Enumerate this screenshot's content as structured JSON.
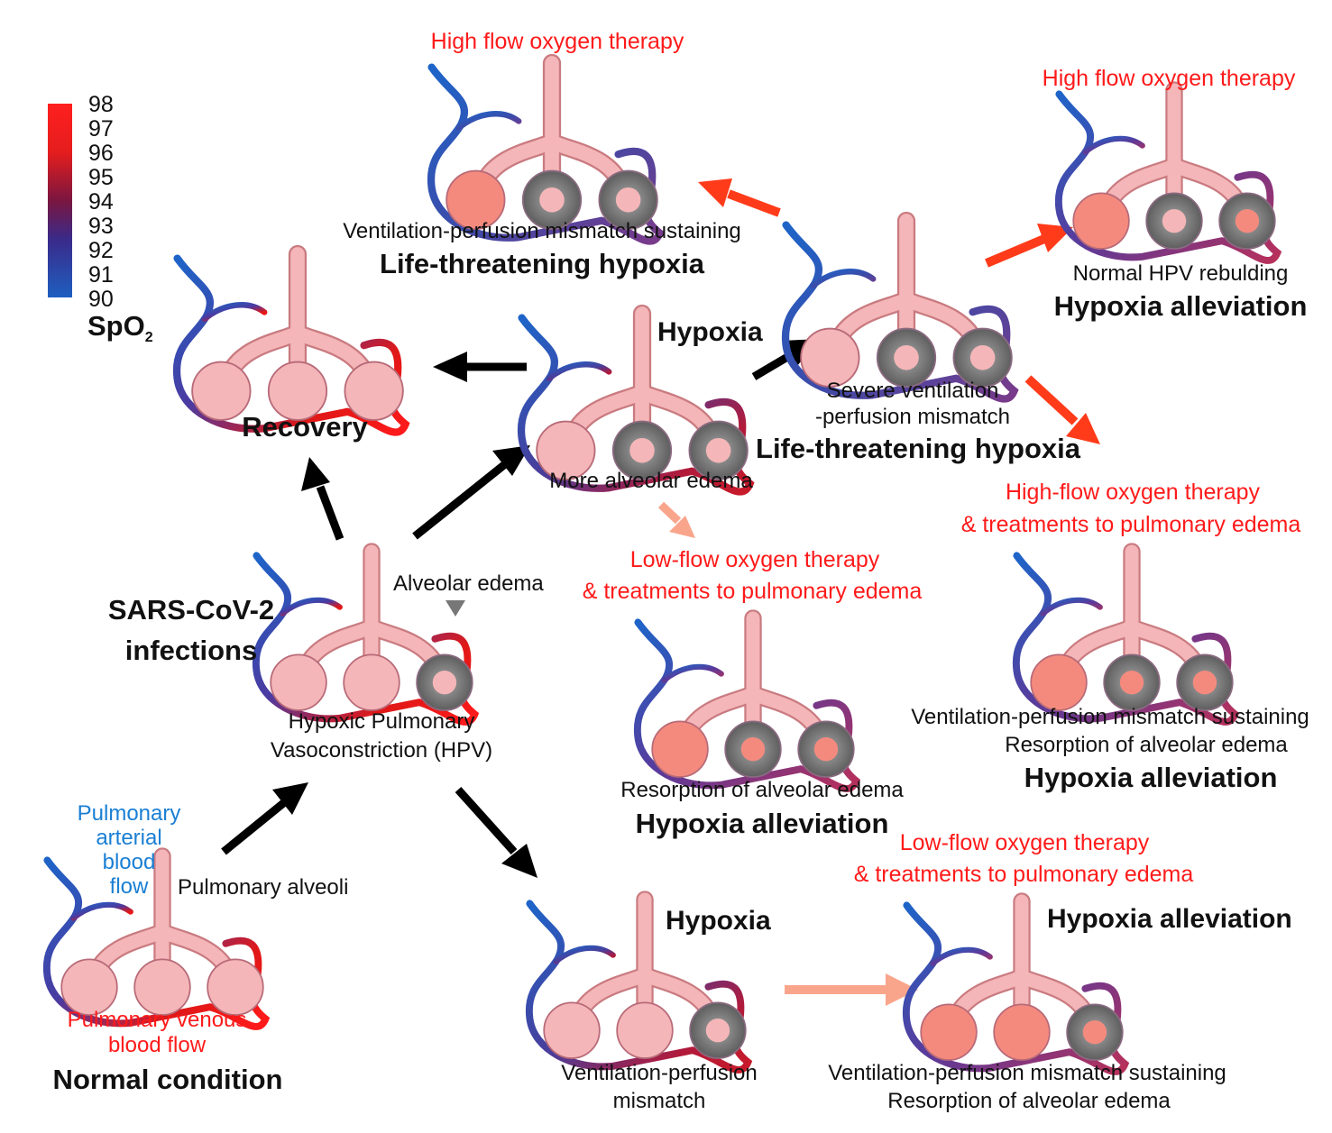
{
  "scale": {
    "ticks": [
      "98",
      "97",
      "96",
      "95",
      "94",
      "93",
      "92",
      "91",
      "90"
    ],
    "label_main": "SpO",
    "label_sub": "2"
  },
  "colors": {
    "high_spo2": "#ff1a1a",
    "low_spo2": "#1a5fb8",
    "alveolus": "#f4b6b8",
    "edema": "#7a7a7a",
    "therapy_text": "#ff1a1a",
    "arterial_label": "#1a7fd4",
    "arrow_main": "#000000",
    "arrow_high_flow": "#ff3b1a",
    "arrow_low_flow": "#f9a58c"
  },
  "normal": {
    "arterial_label": [
      "Pulmonary",
      "arterial",
      "blood",
      "flow"
    ],
    "alveoli_label": "Pulmonary alveoli",
    "venous_label": [
      "Pulmonary venous",
      "blood flow"
    ],
    "title": "Normal condition"
  },
  "infection": {
    "title": [
      "SARS-CoV-2",
      "infections"
    ],
    "edema_label": "Alveolar edema",
    "caption": [
      "Hypoxic Pulmonary",
      "Vasoconstriction (HPV)"
    ]
  },
  "recovery": {
    "title": "Recovery"
  },
  "hypoxia_center": {
    "label": "Hypoxia",
    "caption": "More alveolar edema"
  },
  "top_left": {
    "therapy": "High flow oxygen therapy",
    "caption": "Ventilation-perfusion mismatch sustaining",
    "title": "Life-threatening hypoxia"
  },
  "severe": {
    "caption": [
      "Severe ventilation",
      "-perfusion mismatch"
    ],
    "title": "Life-threatening hypoxia"
  },
  "top_right": {
    "therapy": "High flow oxygen therapy",
    "caption": "Normal HPV rebulding",
    "title": "Hypoxia alleviation"
  },
  "right_middle": {
    "therapy": [
      "High-flow oxygen therapy",
      "& treatments to pulmonary edema"
    ],
    "caption": [
      "Ventilation-perfusion mismatch sustaining",
      "Resorption of alveolar edema"
    ],
    "title": "Hypoxia alleviation"
  },
  "center_low": {
    "therapy": [
      "Low-flow oxygen therapy",
      "& treatments to pulmonary edema"
    ],
    "caption": "Resorption of alveolar edema",
    "title": "Hypoxia alleviation"
  },
  "bottom_mid": {
    "label": "Hypoxia",
    "caption": [
      "Ventilation-perfusion",
      "mismatch"
    ]
  },
  "bottom_right": {
    "therapy": [
      "Low-flow oxygen therapy",
      "& treatments to pulmonary edema"
    ],
    "label": "Hypoxia alleviation",
    "caption": [
      "Ventilation-perfusion mismatch sustaining",
      "Resorption of alveolar edema"
    ]
  }
}
